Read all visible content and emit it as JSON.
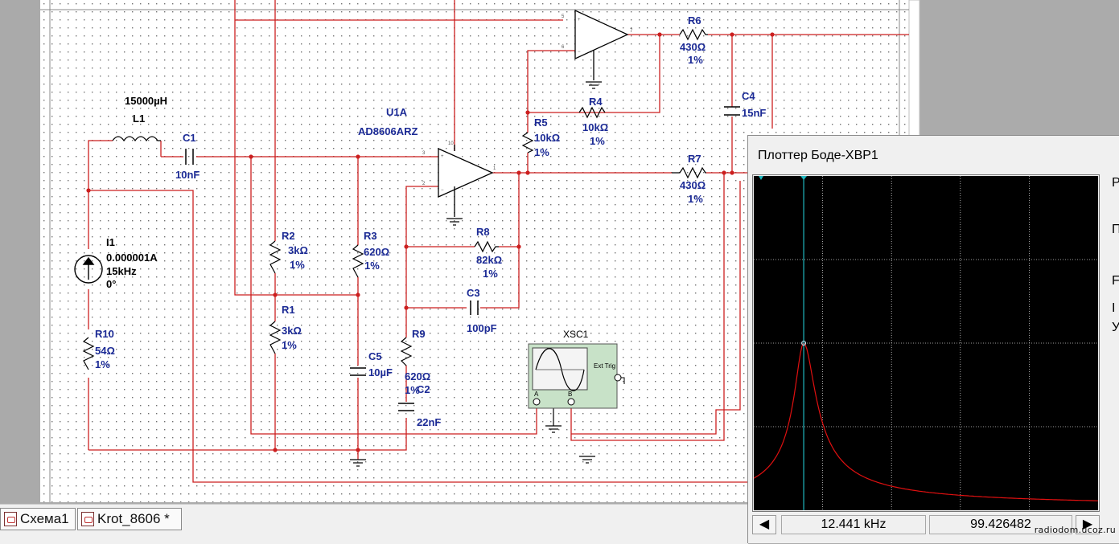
{
  "colors": {
    "wire": "#cc1f1f",
    "label": "#1b2a95",
    "canvas": "#ffffff",
    "plot_bg": "#000000",
    "plot_grid": "#d0d0d0",
    "plot_curve": "#e01010",
    "cursor": "#20b8c0"
  },
  "components": {
    "L1": {
      "ref": "L1",
      "value": "15000µH"
    },
    "C1": {
      "ref": "C1",
      "value": "10nF"
    },
    "U1A": {
      "ref": "U1A",
      "model": "AD8606ARZ"
    },
    "R6": {
      "ref": "R6",
      "value": "430Ω",
      "tol": "1%"
    },
    "C4": {
      "ref": "C4",
      "value": "15nF"
    },
    "R5": {
      "ref": "R5",
      "value": "10kΩ",
      "tol": "1%"
    },
    "R4": {
      "ref": "R4",
      "value": "10kΩ",
      "tol": "1%"
    },
    "R7": {
      "ref": "R7",
      "value": "430Ω",
      "tol": "1%"
    },
    "I1": {
      "ref": "I1",
      "value": "0.000001A",
      "freq": "15kHz",
      "phase": "0°"
    },
    "R2": {
      "ref": "R2",
      "value": "3kΩ",
      "tol": "1%"
    },
    "R3": {
      "ref": "R3",
      "value": "620Ω",
      "tol": "1%"
    },
    "R8": {
      "ref": "R8",
      "value": "82kΩ",
      "tol": "1%"
    },
    "R1": {
      "ref": "R1",
      "value": "3kΩ",
      "tol": "1%"
    },
    "C3": {
      "ref": "C3",
      "value": "100pF"
    },
    "R10": {
      "ref": "R10",
      "value": "54Ω",
      "tol": "1%"
    },
    "C5": {
      "ref": "C5",
      "value": "10µF"
    },
    "R9": {
      "ref": "R9",
      "value": "620Ω",
      "tol": "1%"
    },
    "C2": {
      "ref": "C2",
      "value": "22nF"
    },
    "XSC1": {
      "ref": "XSC1",
      "ext_trig": "Ext Trig",
      "ch_a": "A",
      "ch_b": "B"
    }
  },
  "tabs": [
    {
      "label": "Схема1",
      "icon": "schematic-doc-icon"
    },
    {
      "label": "Krot_8606 *",
      "icon": "schematic-doc-icon"
    }
  ],
  "plotter": {
    "title": "Плоттер Боде-XBP1",
    "side_letters": [
      "Р",
      "П",
      "F",
      "I",
      "У"
    ],
    "frequency": "12.441 kHz",
    "magnitude": "99.426482",
    "left_arrow": "left-arrow-icon",
    "right_arrow": "right-arrow-icon",
    "cursor_fraction": 0.145,
    "peak_level_fraction": 0.5
  },
  "watermark": "radiodom.ucoz.ru"
}
